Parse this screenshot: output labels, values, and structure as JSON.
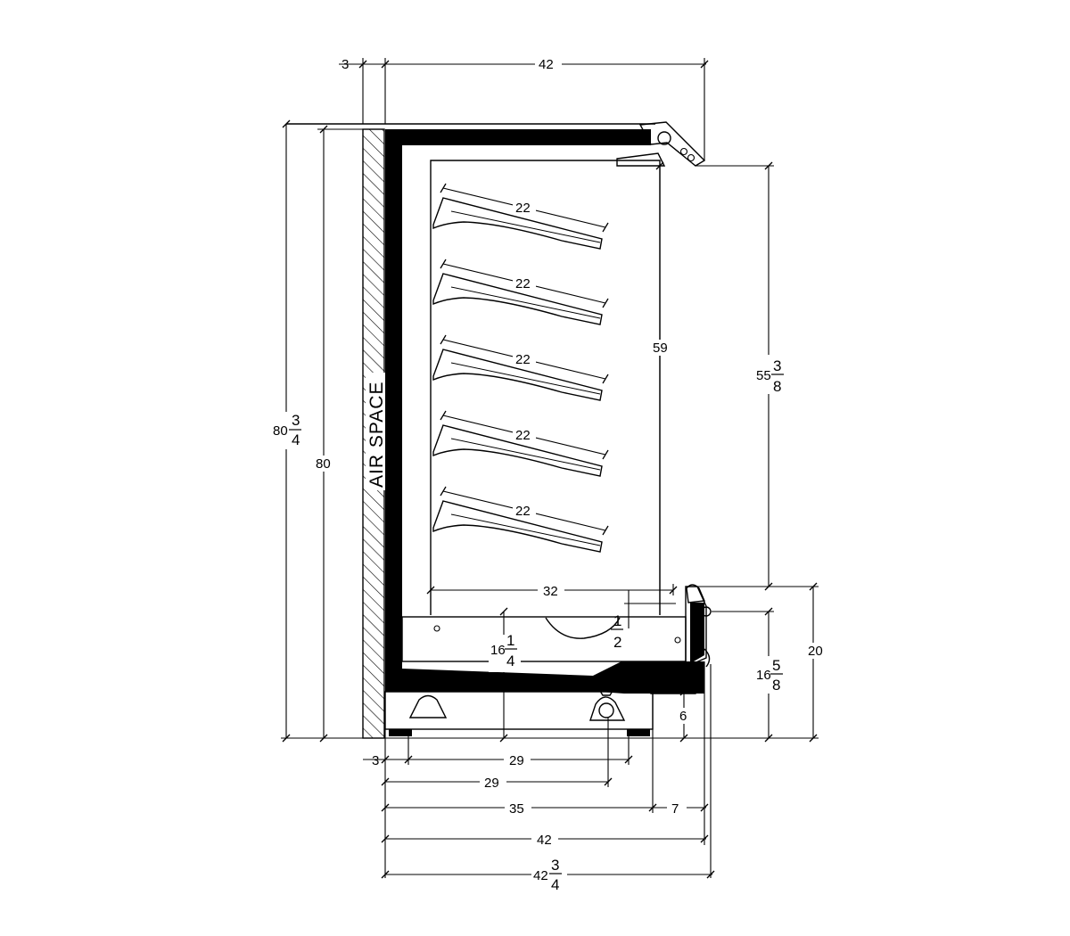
{
  "labels": {
    "air_space": "AIR SPACE"
  },
  "dimensions": {
    "top_wall_gap": "3",
    "top_overall_depth": "42",
    "overall_height_whole": "80",
    "overall_height_num": "3",
    "overall_height_den": "4",
    "height_80": "80",
    "shelf_depth_1": "22",
    "shelf_depth_2": "22",
    "shelf_depth_3": "22",
    "shelf_depth_4": "22",
    "shelf_depth_5": "22",
    "interior_height": "59",
    "opening_height_whole": "55",
    "opening_height_num": "3",
    "opening_height_den": "8",
    "deck_depth": "32",
    "deck_step_num": "1",
    "deck_step_den": "2",
    "deck_height_whole": "16",
    "deck_height_num": "1",
    "deck_height_den": "4",
    "front_height_whole": "16",
    "front_height_num": "5",
    "front_height_den": "8",
    "front_height_20": "20",
    "leg_height": "6",
    "bottom_wall_gap": "3",
    "leg_span_29a": "29",
    "leg_span_29b": "29",
    "base_depth_35": "35",
    "toe_7": "7",
    "bottom_depth_42": "42",
    "overall_depth_whole": "42",
    "overall_depth_num": "3",
    "overall_depth_den": "4"
  }
}
